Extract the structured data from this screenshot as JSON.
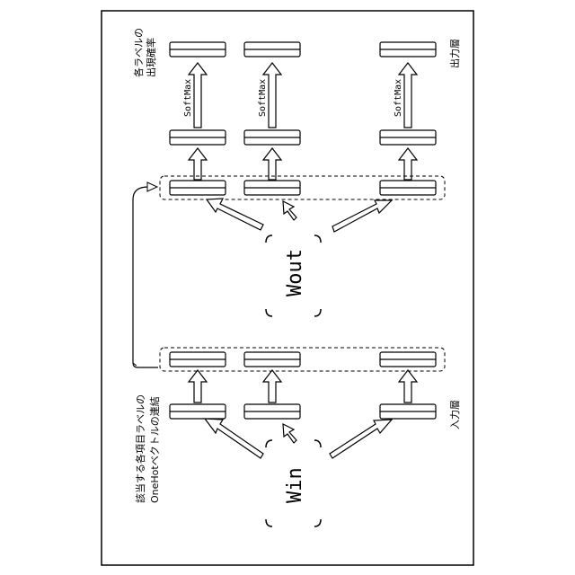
{
  "labels": {
    "output_probability_line1": "各ラベルの",
    "output_probability_line2": "出現確率",
    "output_layer": "出力層",
    "input_layer": "入力層",
    "concat_line1": "該当する各項目ラベルの",
    "concat_line2": "OneHotベクトルの連結",
    "softmax": "SoftMax",
    "w_out": "Wout",
    "w_in": "Win"
  },
  "colors": {
    "stroke": "#000000",
    "background": "#ffffff"
  }
}
